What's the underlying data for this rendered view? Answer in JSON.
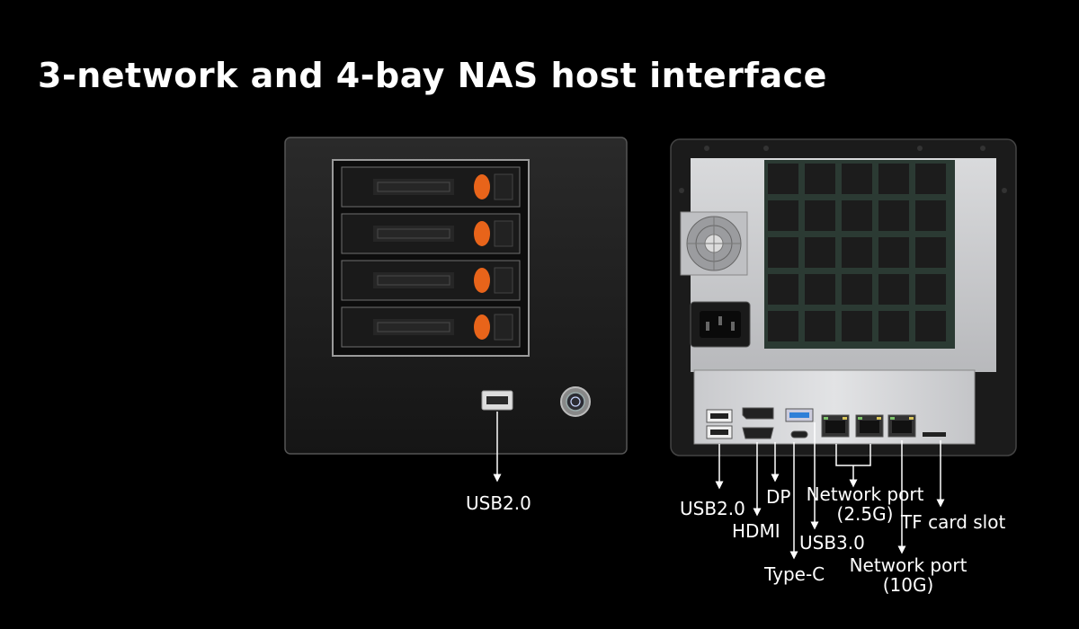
{
  "title": "3-network and 4-bay NAS host interface",
  "front": {
    "usb_label": "USB2.0"
  },
  "rear": {
    "usb2_label": "USB2.0",
    "hdmi_label": "HDMI",
    "dp_label": "DP",
    "typec_label": "Type-C",
    "usb3_label": "USB3.0",
    "net25_label_line1": "Network port",
    "net25_label_line2": "(2.5G)",
    "net10_label_line1": "Network port",
    "net10_label_line2": "(10G)",
    "tf_label": "TF card slot"
  },
  "colors": {
    "background": "#000000",
    "latch_orange": "#e8641a",
    "usb3_blue": "#2f7fd8",
    "chassis_dark": "#1b1b1b",
    "panel_silver": "#cfd0d2"
  }
}
